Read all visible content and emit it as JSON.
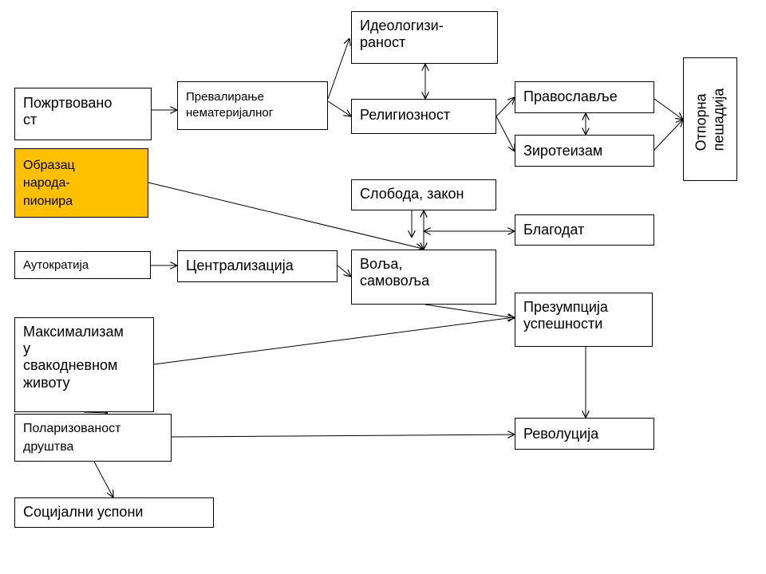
{
  "diagram": {
    "highlight_color": "#ffc000",
    "nodes": {
      "pozhrtvovanost": {
        "lines": [
          "Пожртвовано",
          "ст"
        ]
      },
      "prevaliranje": {
        "lines": [
          "Превалирање",
          "нематеријалног"
        ]
      },
      "ideologiziranost": {
        "lines": [
          "Идеологизи-",
          "раност"
        ]
      },
      "religioznost": {
        "lines": [
          "Религиозност"
        ]
      },
      "pravoslavlje": {
        "lines": [
          "Православље"
        ]
      },
      "ziroteizam": {
        "lines": [
          "Зиротеизам"
        ]
      },
      "otporna_pesadija": {
        "lines": [
          "Отпорна",
          "пешадија"
        ]
      },
      "obrazac": {
        "lines": [
          "Образац",
          "народа-",
          "пионира"
        ]
      },
      "sloboda_zakon": {
        "lines": [
          "Слобода, закон"
        ]
      },
      "blagodat": {
        "lines": [
          "Благодат"
        ]
      },
      "autokratija": {
        "lines": [
          "Аутократија"
        ]
      },
      "centralizacija": {
        "lines": [
          "Централизација"
        ]
      },
      "volja": {
        "lines": [
          "Воља,",
          "самовоља"
        ]
      },
      "prezumpcija": {
        "lines": [
          "Презумпција",
          "успешности"
        ]
      },
      "maksimalizam": {
        "lines": [
          "Максимализам",
          "у",
          "свакодневном",
          "животу"
        ]
      },
      "polarizovanost": {
        "lines": [
          "Поларизованост",
          "друштва"
        ]
      },
      "revolucija": {
        "lines": [
          "Револуција"
        ]
      },
      "socijalni_usponi": {
        "lines": [
          "Социјални успони"
        ]
      }
    },
    "edges": [
      {
        "from": "pozhrtvovanost",
        "to": "prevaliranje",
        "type": "arrow"
      },
      {
        "from": "prevaliranje",
        "to": "ideologiziranost",
        "type": "arrow"
      },
      {
        "from": "prevaliranje",
        "to": "religioznost",
        "type": "arrow"
      },
      {
        "from": "ideologiziranost",
        "to": "religioznost",
        "type": "bidirectional"
      },
      {
        "from": "religioznost",
        "to": "pravoslavlje",
        "type": "arrow"
      },
      {
        "from": "religioznost",
        "to": "ziroteizam",
        "type": "arrow"
      },
      {
        "from": "pravoslavlje",
        "to": "ziroteizam",
        "type": "bidirectional"
      },
      {
        "from": "pravoslavlje",
        "to": "otporna_pesadija",
        "type": "arrow"
      },
      {
        "from": "ziroteizam",
        "to": "otporna_pesadija",
        "type": "arrow"
      },
      {
        "from": "obrazac",
        "to": "volja",
        "type": "arrow"
      },
      {
        "from": "sloboda_zakon",
        "to": "volja",
        "type": "arrow"
      },
      {
        "from": "volja",
        "to": "blagodat",
        "type": "bidirectional"
      },
      {
        "from": "autokratija",
        "to": "centralizacija",
        "type": "arrow"
      },
      {
        "from": "centralizacija",
        "to": "volja",
        "type": "arrow"
      },
      {
        "from": "volja",
        "to": "prezumpcija",
        "type": "arrow"
      },
      {
        "from": "maksimalizam",
        "to": "prezumpcija",
        "type": "arrow"
      },
      {
        "from": "prezumpcija",
        "to": "revolucija",
        "type": "arrow"
      },
      {
        "from": "maksimalizam",
        "to": "polarizovanost",
        "type": "arrow"
      },
      {
        "from": "polarizovanost",
        "to": "revolucija",
        "type": "arrow"
      },
      {
        "from": "polarizovanost",
        "to": "socijalni_usponi",
        "type": "arrow"
      }
    ]
  }
}
